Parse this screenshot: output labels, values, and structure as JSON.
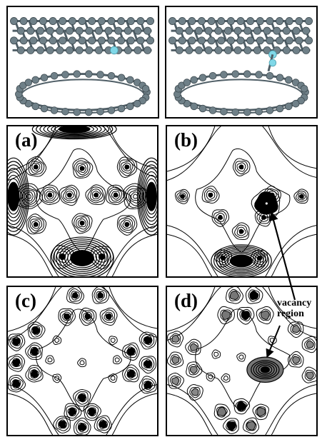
{
  "figure": {
    "panels": [
      {
        "id": "a",
        "label": "(a)"
      },
      {
        "id": "b",
        "label": "(b)"
      },
      {
        "id": "c",
        "label": "(c)"
      },
      {
        "id": "d",
        "label": "(d)"
      }
    ],
    "annotation": {
      "line1": "vacancy",
      "line2": "region"
    },
    "colors": {
      "atom": "#6f8088",
      "atom_highlight": "#80d8e8",
      "ink": "#000000"
    }
  }
}
